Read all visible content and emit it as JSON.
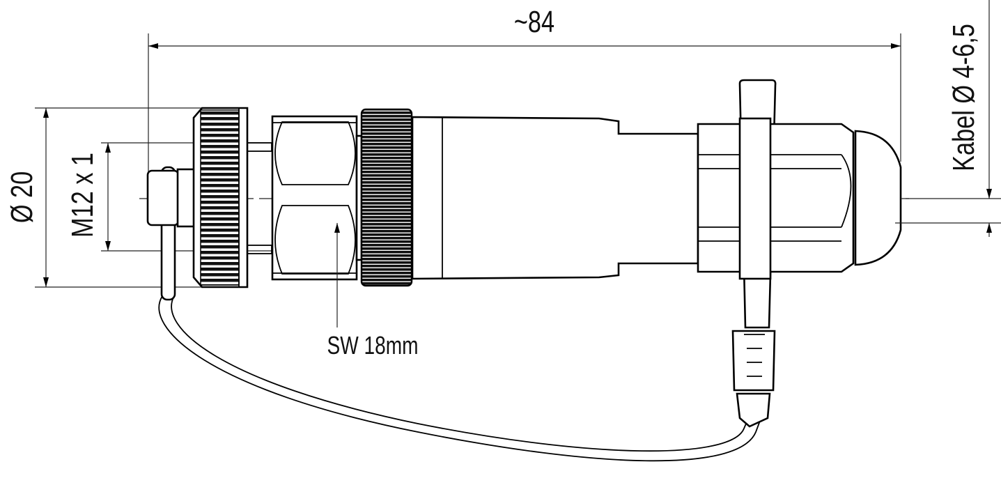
{
  "drawing": {
    "overall_length_label": "~84",
    "diameter_label": "Ø 20",
    "thread_label": "M12 x 1",
    "wrench_size_label": "SW 18mm",
    "cable_label": "Kabel Ø 4-6,5"
  },
  "colors": {
    "line": "#000000",
    "background": "#ffffff"
  }
}
